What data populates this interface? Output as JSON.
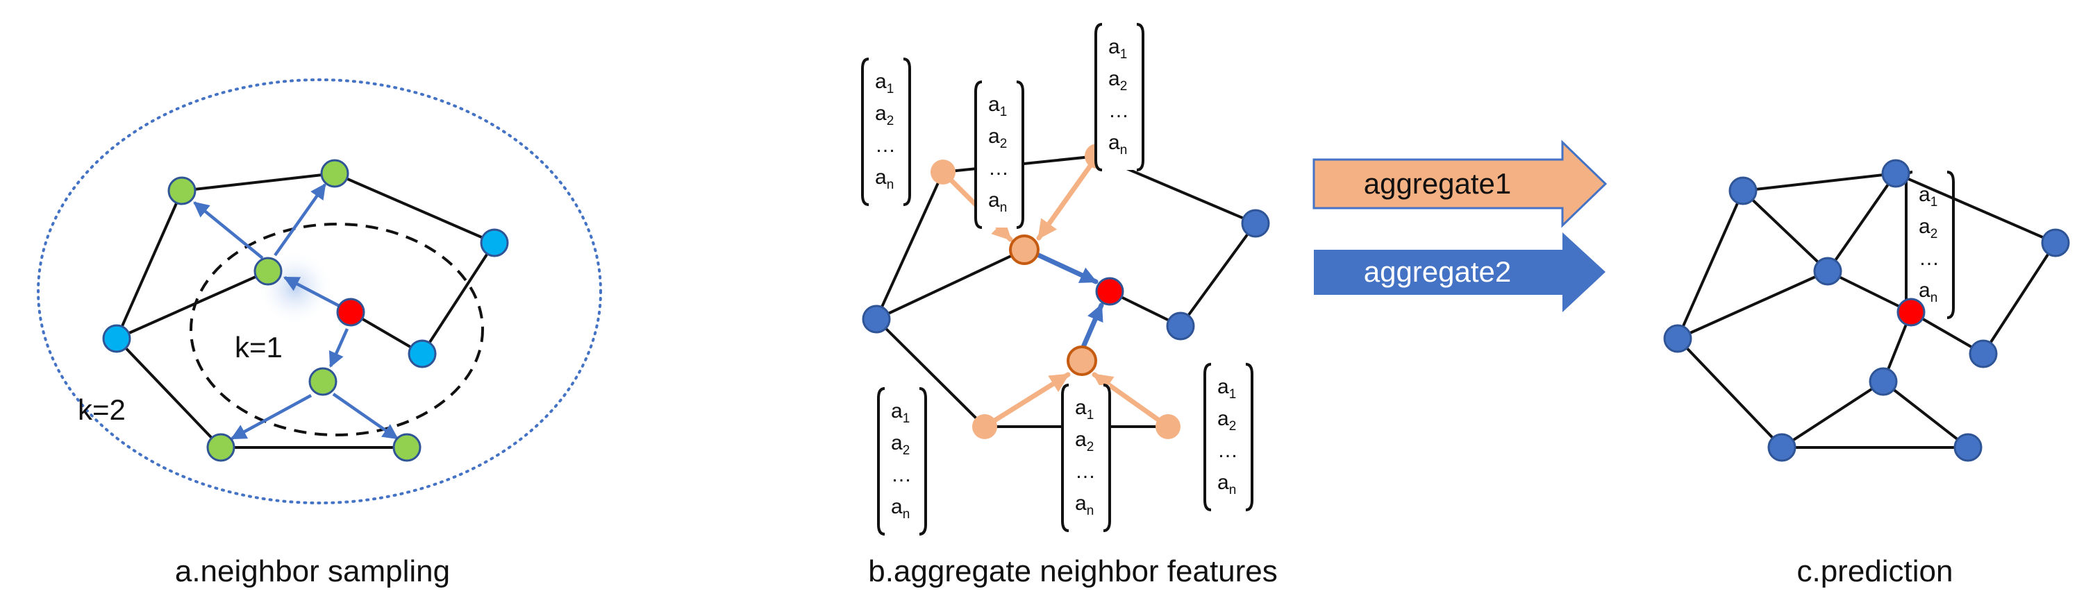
{
  "panels": {
    "a": {
      "caption": "a.neighbor sampling",
      "k1_label": "k=1",
      "k2_label": "k=2"
    },
    "b": {
      "caption": "b.aggregate neighbor features"
    },
    "c": {
      "caption": "c.prediction"
    }
  },
  "feature_vector": {
    "entries": [
      {
        "base": "a",
        "sub": "1"
      },
      {
        "base": "a",
        "sub": "2"
      },
      {
        "base": "…",
        "sub": ""
      },
      {
        "base": "a",
        "sub": "n"
      }
    ]
  },
  "arrows": {
    "aggregate1": {
      "label": "aggregate1",
      "color": "#F4B183",
      "border": "#4472C4"
    },
    "aggregate2": {
      "label": "aggregate2",
      "color": "#4472C4"
    }
  },
  "colors": {
    "target_node": "#FF0000",
    "sampled_node": "#92D050",
    "unsampled_node": "#00B0F0",
    "graph_node": "#4472C4",
    "hop1_node": "#F4B183",
    "sampling_arrow": "#4472C4",
    "aggregate_arrow": "#F4B183"
  }
}
